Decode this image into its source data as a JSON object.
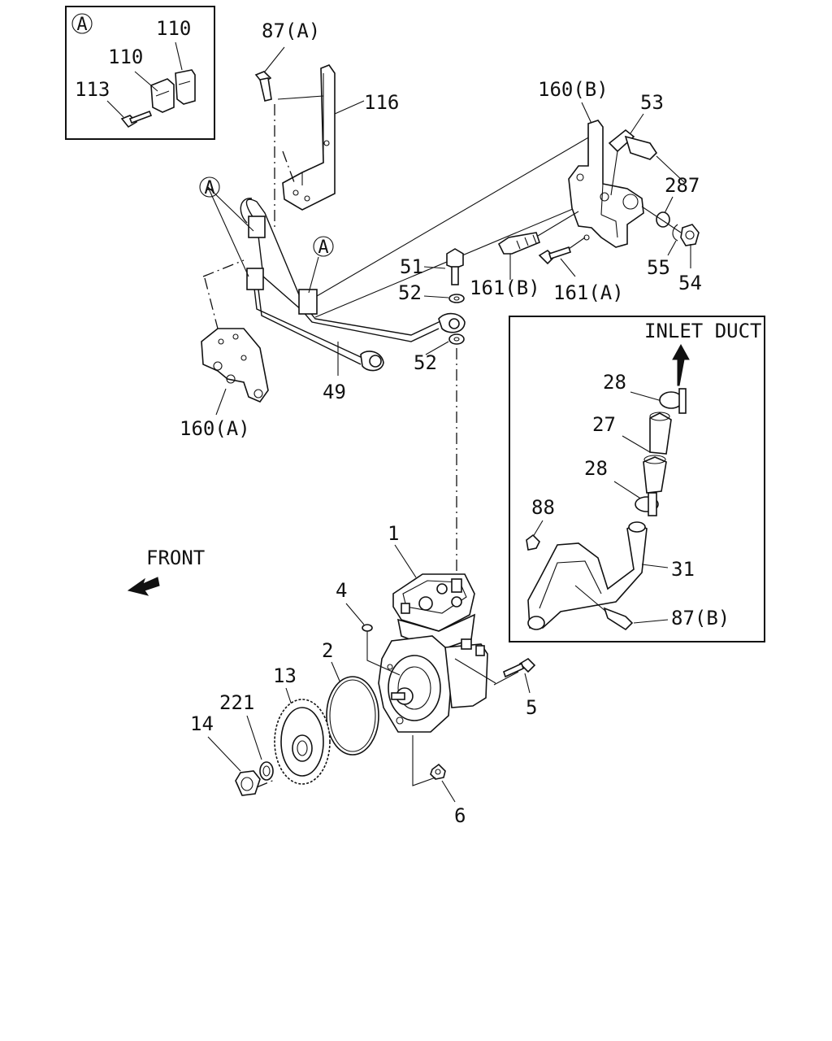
{
  "detail_box": {
    "callout": "A",
    "labels": {
      "p110_top": "110",
      "p110_left": "110",
      "p113": "113"
    }
  },
  "labels": {
    "p87a": "87(A)",
    "p116": "116",
    "p160b": "160(B)",
    "p53": "53",
    "p287": "287",
    "p55": "55",
    "p54": "54",
    "p51": "51",
    "p52_top": "52",
    "p52_bottom": "52",
    "p161b": "161(B)",
    "p161a": "161(A)",
    "p49": "49",
    "p160a": "160(A)",
    "p1": "1",
    "p4": "4",
    "p2": "2",
    "p13": "13",
    "p221": "221",
    "p14": "14",
    "p5": "5",
    "p6": "6"
  },
  "callouts": {
    "a_left": "A",
    "a_mid": "A"
  },
  "front_label": "FRONT",
  "inlet_box": {
    "title": "INLET DUCT",
    "labels": {
      "p28_top": "28",
      "p27": "27",
      "p28_mid": "28",
      "p88": "88",
      "p31": "31",
      "p87b": "87(B)"
    }
  }
}
